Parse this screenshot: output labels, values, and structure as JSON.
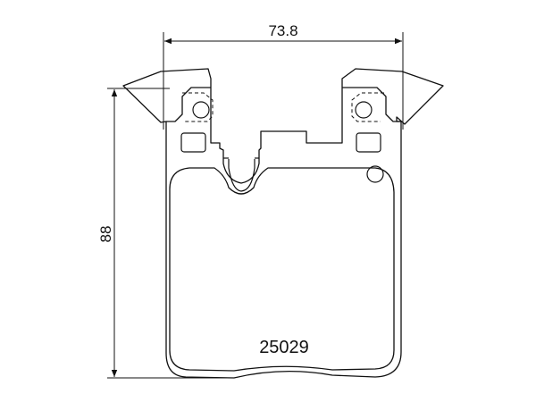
{
  "dimensions": {
    "width_label": "73.8",
    "height_label": "88"
  },
  "part_number": "25029"
}
